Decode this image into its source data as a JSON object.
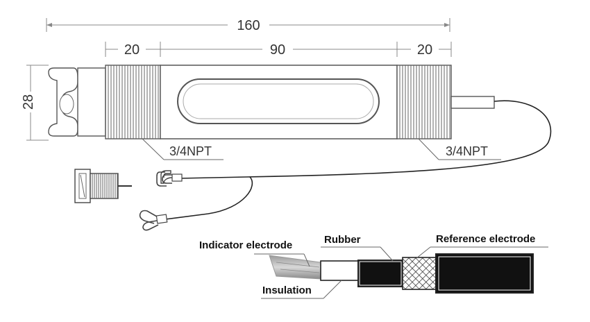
{
  "dimensions": {
    "overall": "160",
    "left_thread": "20",
    "body": "90",
    "right_thread": "20",
    "diameter": "28"
  },
  "threads": {
    "left": "3/4NPT",
    "right": "3/4NPT"
  },
  "cable_labels": {
    "indicator": "Indicator electrode",
    "rubber": "Rubber",
    "reference": "Reference electrode",
    "insulation": "Insulation"
  },
  "colors": {
    "line": "#555555",
    "cable": "#222222",
    "fill_dark": "#111111"
  }
}
